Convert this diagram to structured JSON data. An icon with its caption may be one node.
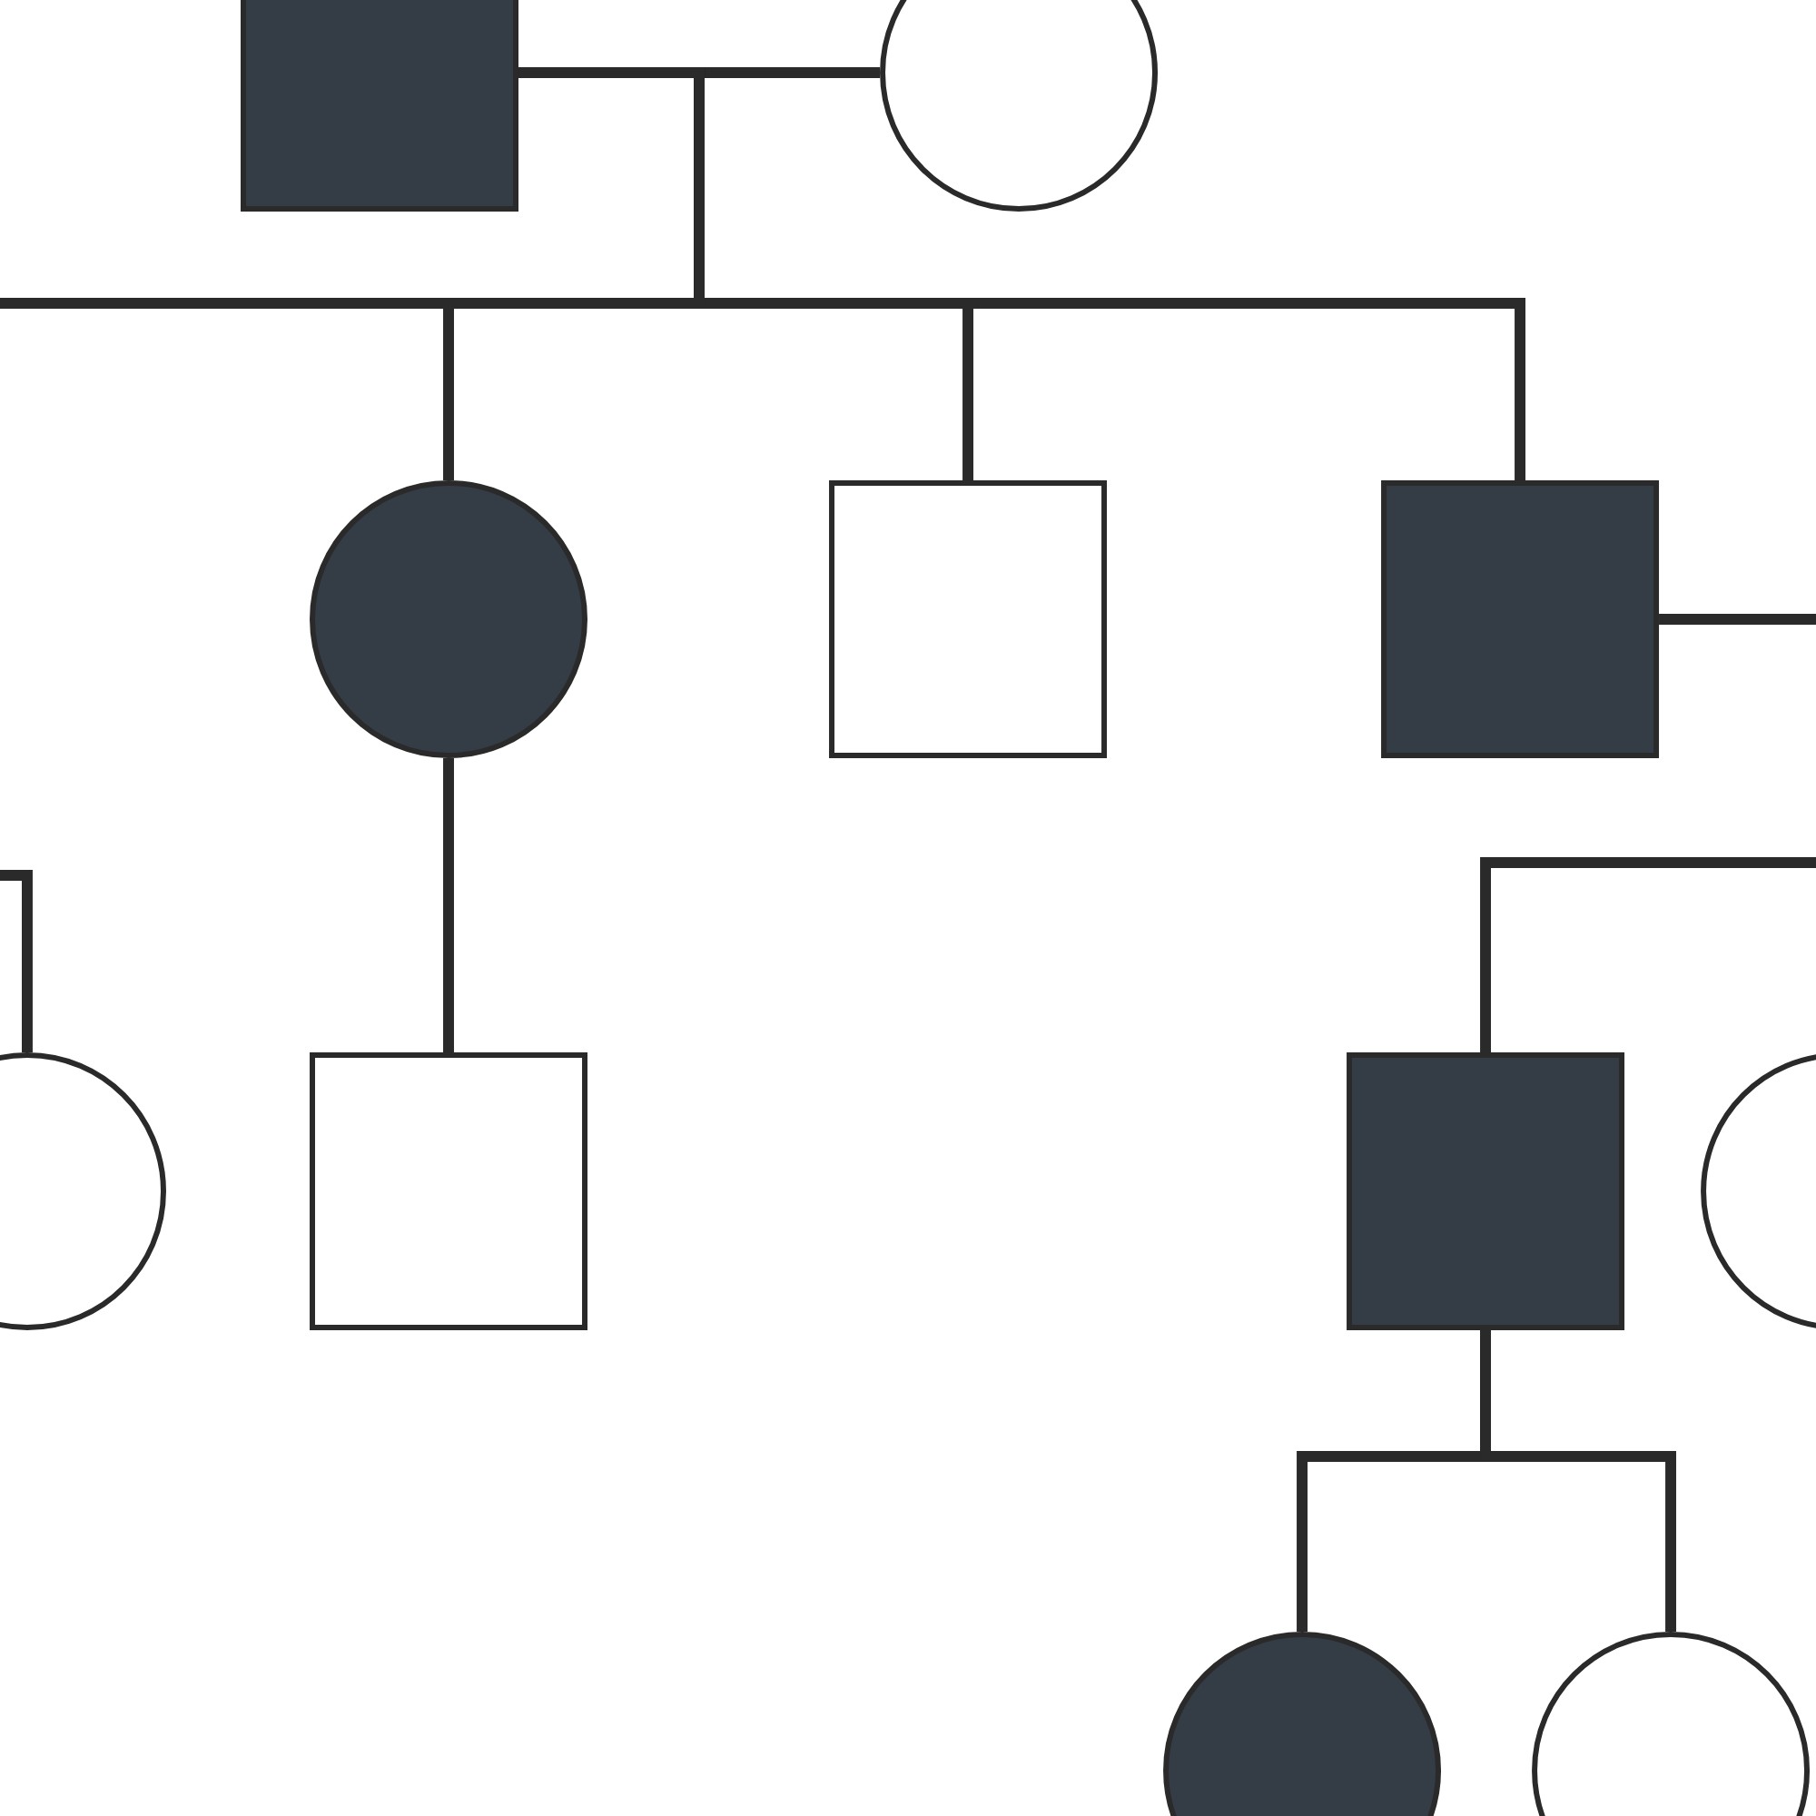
{
  "diagram": {
    "nodes": [
      {
        "text": [],
        "shape": "box"
      },
      {
        "text": [],
        "shape": "circle"
      },
      {
        "text": [],
        "shape": "circle"
      },
      {
        "text": [],
        "shape": "box"
      },
      {
        "text": [],
        "shape": "box"
      },
      {
        "text": [],
        "shape": "circle"
      },
      {
        "text": [],
        "shape": "box"
      },
      {
        "text": [],
        "shape": "box"
      },
      {
        "text": [],
        "shape": "circle"
      },
      {
        "text": [],
        "shape": "circle"
      },
      {
        "text": [],
        "shape": "circle"
      }
    ],
    "edges": [
      {
        "from": 0,
        "to": 1,
        "arrow": "none"
      },
      {
        "from": 0,
        "to": 2,
        "arrow": "none"
      },
      {
        "from": 0,
        "to": 3,
        "arrow": "none"
      },
      {
        "from": 0,
        "to": 4,
        "arrow": "none"
      },
      {
        "from": 0,
        "to": null,
        "arrow": "none"
      },
      {
        "from": 4,
        "to": null,
        "arrow": "none"
      },
      {
        "from": 2,
        "to": 6,
        "arrow": "none"
      },
      {
        "from": null,
        "to": 5,
        "arrow": "none"
      },
      {
        "from": null,
        "to": 7,
        "arrow": "none"
      },
      {
        "from": 7,
        "to": 9,
        "arrow": "none"
      },
      {
        "from": 7,
        "to": 10,
        "arrow": "none"
      }
    ]
  }
}
